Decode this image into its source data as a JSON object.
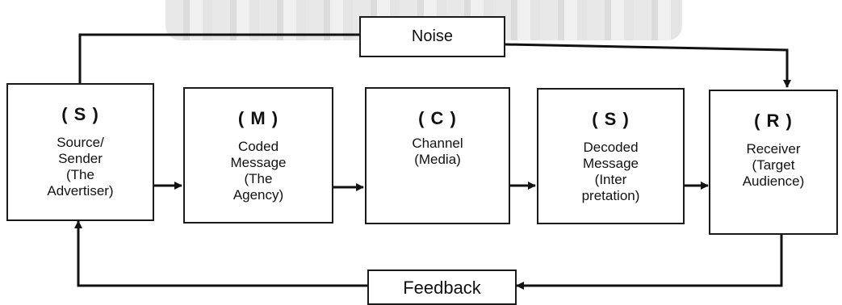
{
  "noise": {
    "label": "Noise"
  },
  "feedback": {
    "label": "Feedback"
  },
  "stages": [
    {
      "code": "( S )",
      "description": "Source/\nSender\n(The\nAdvertiser)"
    },
    {
      "code": "( M )",
      "description": "Coded\nMessage\n(The\nAgency)"
    },
    {
      "code": "( C )",
      "description": "Channel\n(Media)"
    },
    {
      "code": "( S )",
      "description": "Decoded\nMessage\n(Inter\npretation)"
    },
    {
      "code": "( R )",
      "description": "Receiver\n(Target\nAudience)"
    }
  ]
}
